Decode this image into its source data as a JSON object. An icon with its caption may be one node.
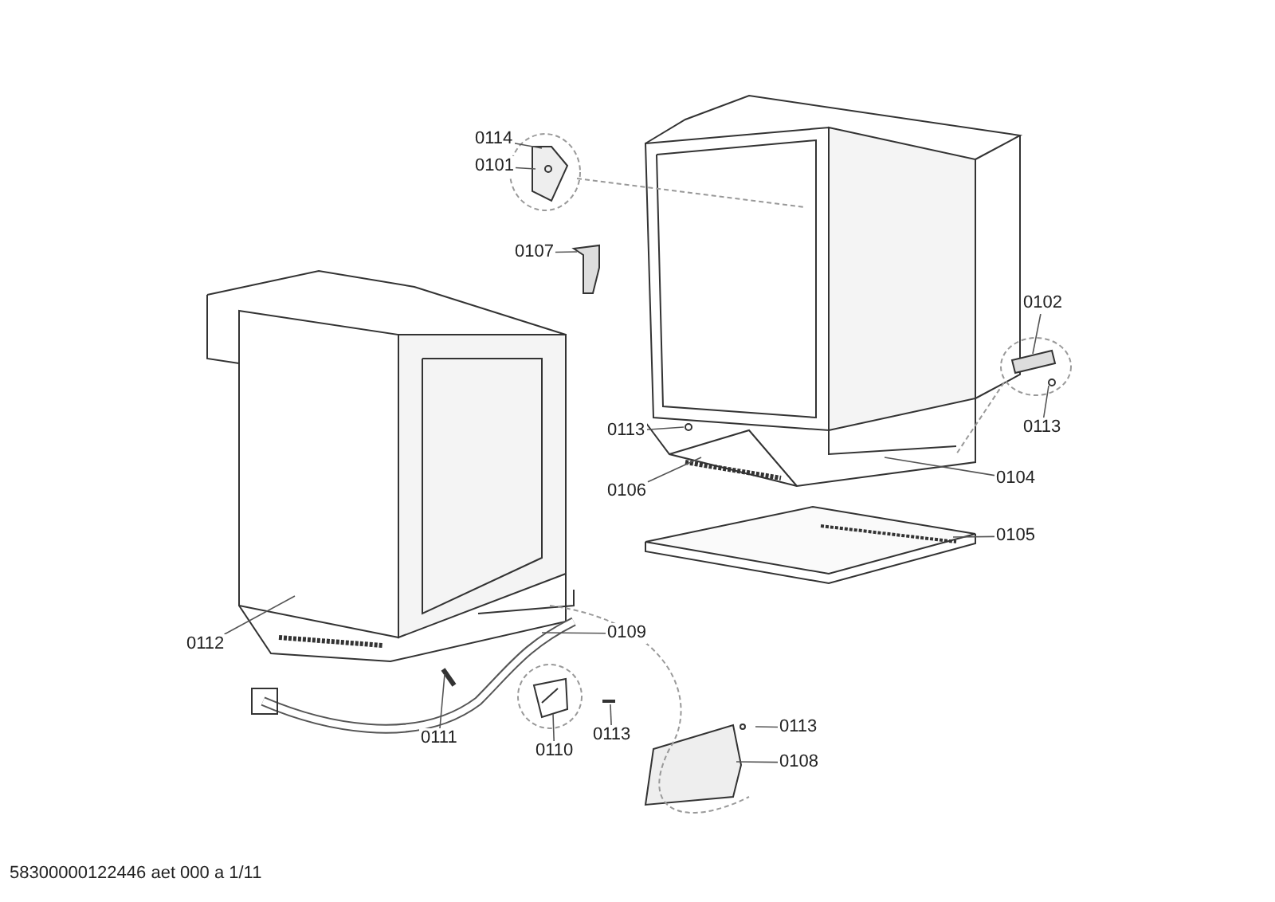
{
  "diagram": {
    "nodes": [
      {
        "text": [
          "0114"
        ]
      },
      {
        "text": [
          "0101"
        ]
      },
      {
        "text": [
          "0107"
        ]
      },
      {
        "text": [
          "0102"
        ]
      },
      {
        "text": [
          "0113"
        ]
      },
      {
        "text": [
          "0113"
        ]
      },
      {
        "text": [
          "0106"
        ]
      },
      {
        "text": [
          "0104"
        ]
      },
      {
        "text": [
          "0105"
        ]
      },
      {
        "text": [
          "0112"
        ]
      },
      {
        "text": [
          "0109"
        ]
      },
      {
        "text": [
          "0111"
        ]
      },
      {
        "text": [
          "0110"
        ]
      },
      {
        "text": [
          "0113"
        ]
      },
      {
        "text": [
          "0113"
        ]
      },
      {
        "text": [
          "0108"
        ]
      }
    ],
    "edges": [
      {
        "from": 0,
        "to": null,
        "arrow": "none"
      },
      {
        "from": 1,
        "to": null,
        "arrow": "none"
      },
      {
        "from": 2,
        "to": null,
        "arrow": "none"
      },
      {
        "from": 3,
        "to": null,
        "arrow": "none"
      },
      {
        "from": 4,
        "to": null,
        "arrow": "none"
      },
      {
        "from": 5,
        "to": null,
        "arrow": "none"
      },
      {
        "from": 6,
        "to": null,
        "arrow": "none"
      },
      {
        "from": 7,
        "to": null,
        "arrow": "none"
      },
      {
        "from": 8,
        "to": null,
        "arrow": "none"
      },
      {
        "from": 9,
        "to": null,
        "arrow": "none"
      },
      {
        "from": 10,
        "to": null,
        "arrow": "none"
      },
      {
        "from": 11,
        "to": null,
        "arrow": "none"
      },
      {
        "from": 12,
        "to": null,
        "arrow": "none"
      },
      {
        "from": 13,
        "to": null,
        "arrow": "none"
      },
      {
        "from": 14,
        "to": null,
        "arrow": "none"
      },
      {
        "from": 15,
        "to": null,
        "arrow": "none"
      }
    ],
    "labels": [
      "58300000122446 aet 000 a 1/11"
    ]
  }
}
